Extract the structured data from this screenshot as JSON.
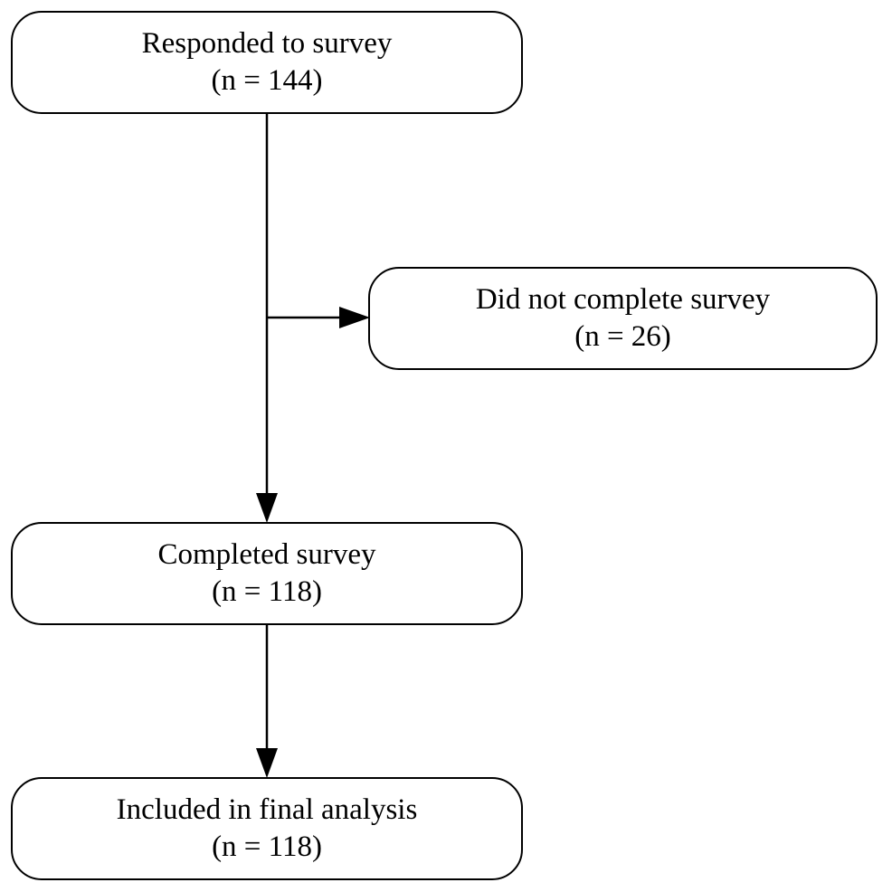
{
  "flowchart": {
    "nodes": [
      {
        "id": "responded",
        "title": "Responded to survey",
        "count": "(n = 144)"
      },
      {
        "id": "excluded",
        "title": "Did not complete survey",
        "count": "(n = 26)"
      },
      {
        "id": "completed",
        "title": "Completed survey",
        "count": "(n = 118)"
      },
      {
        "id": "included",
        "title": "Included in final analysis",
        "count": "(n = 118)"
      }
    ],
    "edges": [
      {
        "from": "responded",
        "to": "completed"
      },
      {
        "from": "responded",
        "to": "excluded"
      },
      {
        "from": "completed",
        "to": "included"
      }
    ],
    "colors": {
      "line": "#000000",
      "box_fill": "#ffffff",
      "background": "#ffffff"
    }
  }
}
